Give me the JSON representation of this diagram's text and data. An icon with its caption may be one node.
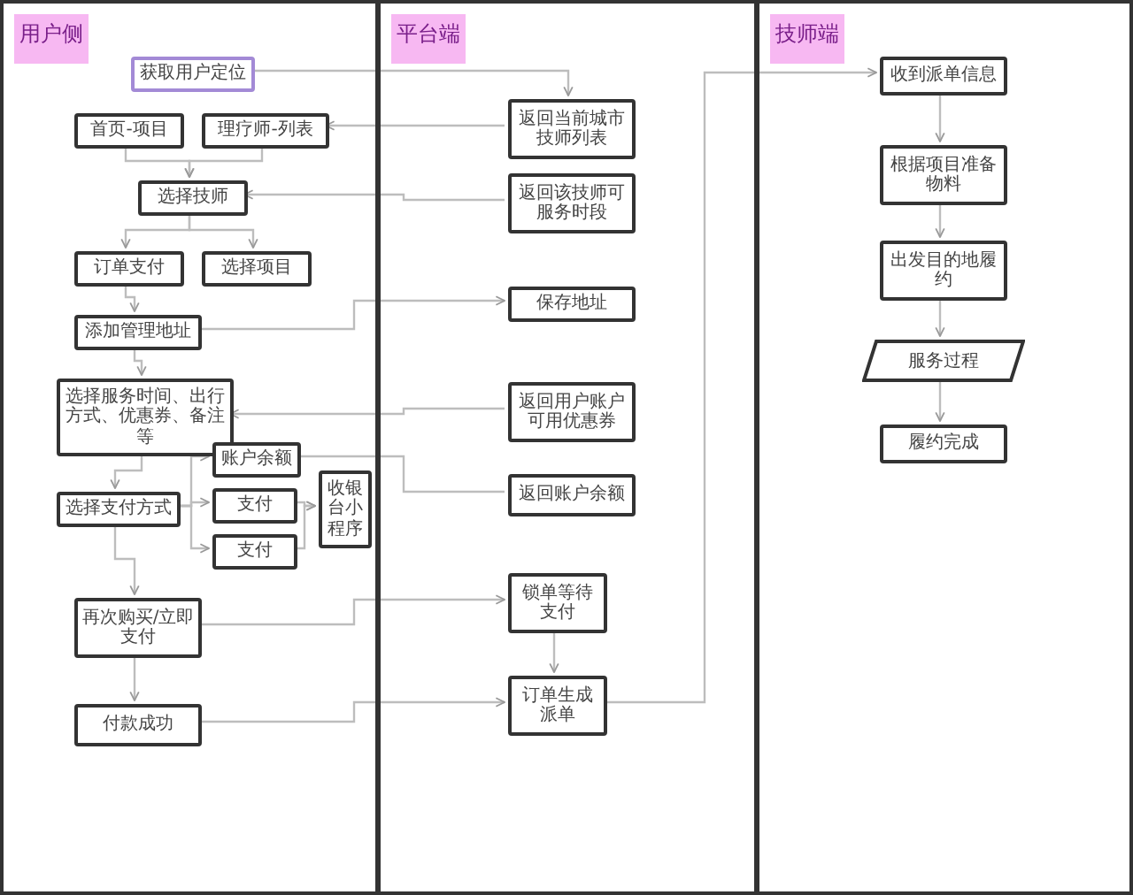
{
  "diagram": {
    "nodes": [
      {
        "text": [
          "用户侧"
        ]
      },
      {
        "text": [
          "平台端"
        ]
      },
      {
        "text": [
          "技师端"
        ]
      },
      {
        "text": [
          "获取用户定位"
        ],
        "in": 0
      },
      {
        "text": [
          "首页-项目"
        ],
        "in": 0
      },
      {
        "text": [
          "理疗师-列表"
        ],
        "in": 0
      },
      {
        "text": [
          "选择技师"
        ],
        "in": 0
      },
      {
        "text": [
          "订单支付"
        ],
        "in": 0
      },
      {
        "text": [
          "选择项目"
        ],
        "in": 0
      },
      {
        "text": [
          "添加管理地址"
        ],
        "in": 0
      },
      {
        "text": [
          "选择服务时间、出行方式、优惠券、备注等"
        ],
        "in": 0
      },
      {
        "text": [
          "选择支付方式"
        ],
        "in": 0
      },
      {
        "text": [
          "账户余额"
        ],
        "in": 0
      },
      {
        "text": [
          "支付"
        ],
        "in": 0
      },
      {
        "text": [
          "支付"
        ],
        "in": 0
      },
      {
        "text": [
          "收银台小程序"
        ],
        "in": 0
      },
      {
        "text": [
          "再次购买/立即支付"
        ],
        "in": 0
      },
      {
        "text": [
          "付款成功"
        ],
        "in": 0
      },
      {
        "text": [
          "返回当前城市技师列表"
        ],
        "in": 1
      },
      {
        "text": [
          "返回该技师可服务时段"
        ],
        "in": 1
      },
      {
        "text": [
          "保存地址"
        ],
        "in": 1
      },
      {
        "text": [
          "返回用户账户可用优惠券"
        ],
        "in": 1
      },
      {
        "text": [
          "返回账户余额"
        ],
        "in": 1
      },
      {
        "text": [
          "锁单等待支付"
        ],
        "in": 1
      },
      {
        "text": [
          "订单生成派单"
        ],
        "in": 1
      },
      {
        "text": [
          "收到派单信息"
        ],
        "in": 2
      },
      {
        "text": [
          "根据项目准备物料"
        ],
        "in": 2
      },
      {
        "text": [
          "出发目的地履约"
        ],
        "in": 2
      },
      {
        "text": [
          "服务过程"
        ],
        "in": 2
      },
      {
        "text": [
          "履约完成"
        ],
        "in": 2
      }
    ],
    "edges": [
      {
        "from": 3,
        "to": 18,
        "arrow": "to"
      },
      {
        "from": 18,
        "to": 5,
        "arrow": "to"
      },
      {
        "from": 4,
        "to": 6,
        "arrow": "to"
      },
      {
        "from": 5,
        "to": 6,
        "arrow": "to"
      },
      {
        "from": 19,
        "to": 6,
        "arrow": "to"
      },
      {
        "from": 6,
        "to": 7,
        "arrow": "to"
      },
      {
        "from": 6,
        "to": 8,
        "arrow": "to"
      },
      {
        "from": 7,
        "to": 9,
        "arrow": "to"
      },
      {
        "from": 9,
        "to": 20,
        "arrow": "to"
      },
      {
        "from": 9,
        "to": 10,
        "arrow": "to"
      },
      {
        "from": 21,
        "to": 10,
        "arrow": "to"
      },
      {
        "from": 10,
        "to": 11,
        "arrow": "to"
      },
      {
        "from": 11,
        "to": 12,
        "arrow": "to"
      },
      {
        "from": 11,
        "to": 13,
        "arrow": "to"
      },
      {
        "from": 11,
        "to": 14,
        "arrow": "to"
      },
      {
        "from": 13,
        "to": 15,
        "arrow": "to"
      },
      {
        "from": 14,
        "to": 15,
        "arrow": "to"
      },
      {
        "from": 22,
        "to": 12,
        "arrow": "none"
      },
      {
        "from": 11,
        "to": 16,
        "arrow": "to"
      },
      {
        "from": 16,
        "to": 23,
        "arrow": "to"
      },
      {
        "from": 16,
        "to": 17,
        "arrow": "to"
      },
      {
        "from": 17,
        "to": 24,
        "arrow": "to"
      },
      {
        "from": 23,
        "to": 24,
        "arrow": "to"
      },
      {
        "from": 24,
        "to": 25,
        "arrow": "to"
      },
      {
        "from": 25,
        "to": 26,
        "arrow": "to"
      },
      {
        "from": 26,
        "to": 27,
        "arrow": "to"
      },
      {
        "from": 27,
        "to": 28,
        "arrow": "to"
      },
      {
        "from": 28,
        "to": 29,
        "arrow": "to"
      }
    ]
  }
}
